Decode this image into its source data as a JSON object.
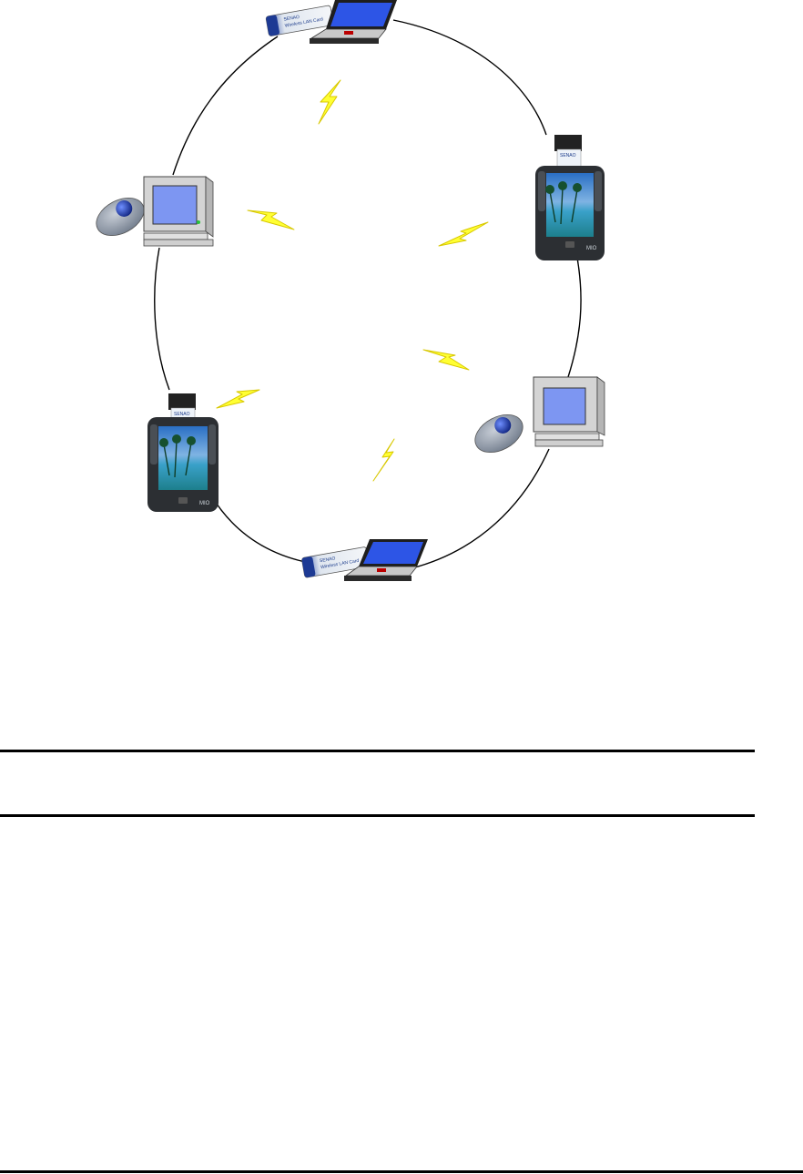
{
  "nodes": [
    {
      "id": "laptop-top",
      "kind": "laptop",
      "card_brand": "SENAO",
      "card_text": "Wireless LAN Card"
    },
    {
      "id": "pda-right",
      "kind": "pda",
      "card_brand": "SENAO",
      "device_brand": "MIO"
    },
    {
      "id": "desktop-right",
      "kind": "desktop",
      "adapter": "usb-wireless-adapter"
    },
    {
      "id": "laptop-bottom",
      "kind": "laptop",
      "card_brand": "SENAO",
      "card_text": "Wireless LAN Card"
    },
    {
      "id": "pda-left",
      "kind": "pda",
      "card_brand": "SENAO",
      "device_brand": "MIO"
    },
    {
      "id": "desktop-left",
      "kind": "desktop",
      "adapter": "usb-wireless-adapter"
    }
  ],
  "links": "ring",
  "signal_icons": [
    "lightning-bolt-icon",
    "lightning-bolt-icon",
    "lightning-bolt-icon",
    "lightning-bolt-icon",
    "lightning-bolt-icon",
    "lightning-bolt-icon"
  ],
  "colors": {
    "ring": "#000000",
    "bolt_fill": "#ffff33",
    "bolt_stroke": "#d8c800",
    "screen": "#7d96f2",
    "laptop_screen": "#2d55e6",
    "case": "#d4d4d4",
    "adapter": "#8d97a6",
    "pda_body": "#2c2f33"
  }
}
